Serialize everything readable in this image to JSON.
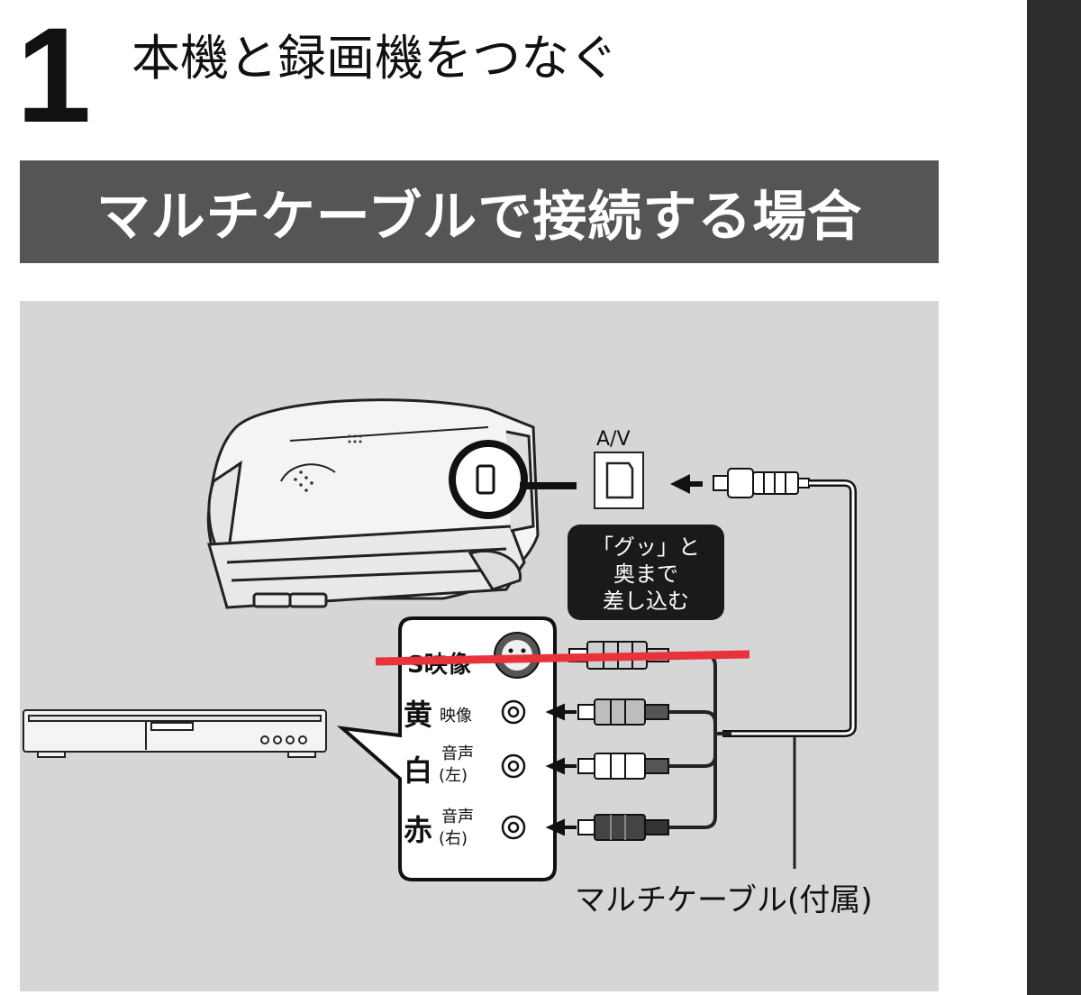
{
  "step": {
    "number": "1",
    "title": "本機と録画機をつなぐ"
  },
  "section": {
    "title": "マルチケーブルで接続する場合"
  },
  "diagram": {
    "av_label": "A/V",
    "callout": [
      "「グッ」と",
      "奥まで",
      "差し込む"
    ],
    "svideo_label": "S映像",
    "ports": [
      {
        "color": "黄",
        "name": "映像",
        "sub": ""
      },
      {
        "color": "白",
        "name": "音声",
        "sub": "(左)"
      },
      {
        "color": "赤",
        "name": "音声",
        "sub": "(右)"
      }
    ],
    "cable_label": "マルチケーブル(付属)"
  },
  "colors": {
    "banner": "#555555",
    "panel": "#d6d6d6",
    "strike": "#e8323c",
    "side_bar": "#2d2d2d"
  }
}
